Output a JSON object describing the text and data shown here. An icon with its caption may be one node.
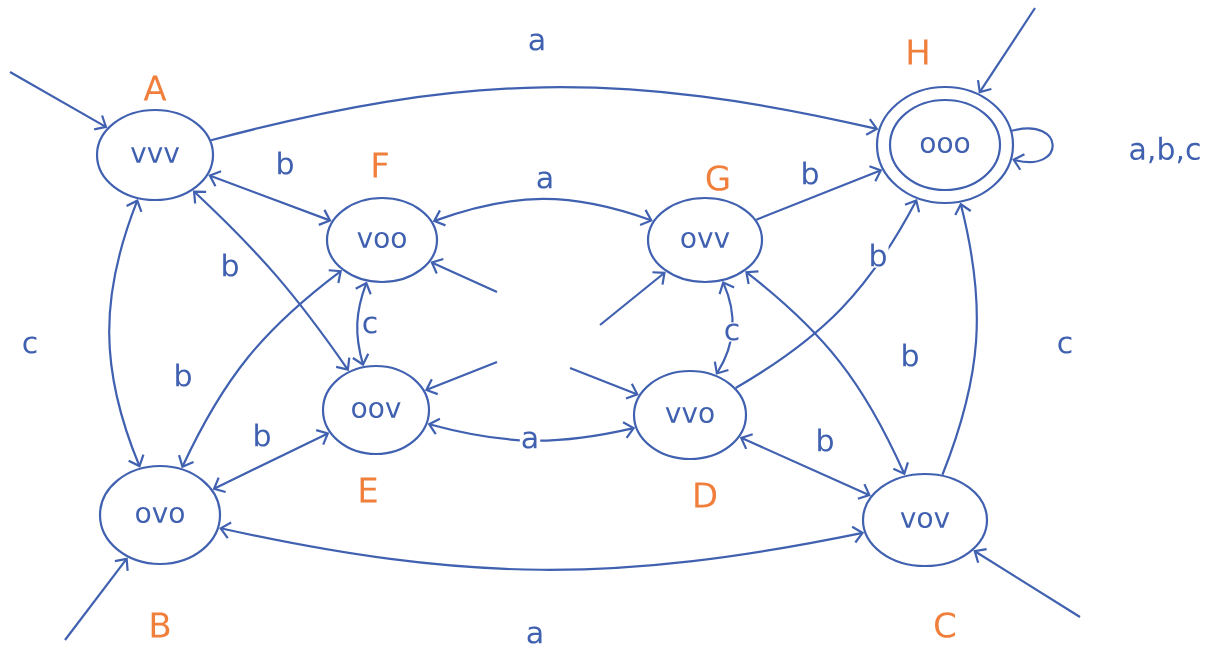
{
  "diagram": {
    "nodes": [
      {
        "text": [
          "vvv"
        ],
        "beside": [
          "A"
        ]
      },
      {
        "text": [
          "ooo"
        ],
        "beside": [
          "H"
        ]
      },
      {
        "text": [
          "voo"
        ],
        "beside": [
          "F"
        ]
      },
      {
        "text": [
          "ovv"
        ],
        "beside": [
          "G"
        ]
      },
      {
        "text": [
          "oov"
        ],
        "beside": [
          "E"
        ]
      },
      {
        "text": [
          "vvo"
        ],
        "beside": [
          "D"
        ]
      },
      {
        "text": [
          "ovo"
        ],
        "beside": [
          "B"
        ]
      },
      {
        "text": [
          "vov"
        ],
        "beside": [
          "C"
        ]
      }
    ],
    "edges": [
      {
        "from": 0,
        "to": 1,
        "arrow": "to",
        "label": "a"
      },
      {
        "from": 1,
        "to": 1,
        "arrow": "to",
        "label": "a,b,c"
      },
      {
        "from": 0,
        "to": 2,
        "arrow": "both",
        "label": "b"
      },
      {
        "from": 0,
        "to": 4,
        "arrow": "both",
        "label": "b"
      },
      {
        "from": 0,
        "to": 6,
        "arrow": "both",
        "label": "c"
      },
      {
        "from": 2,
        "to": 3,
        "arrow": "both",
        "label": "a"
      },
      {
        "from": 2,
        "to": 4,
        "arrow": "both",
        "label": "c"
      },
      {
        "from": 6,
        "to": 2,
        "arrow": "both",
        "label": "b"
      },
      {
        "from": 6,
        "to": 4,
        "arrow": "both",
        "label": "b"
      },
      {
        "from": 4,
        "to": 5,
        "arrow": "both",
        "label": "a"
      },
      {
        "from": 3,
        "to": 5,
        "arrow": "both",
        "label": "c"
      },
      {
        "from": 3,
        "to": 1,
        "arrow": "to",
        "label": "b"
      },
      {
        "from": 5,
        "to": 1,
        "arrow": "to",
        "label": "b"
      },
      {
        "from": 3,
        "to": 7,
        "arrow": "both",
        "label": "b"
      },
      {
        "from": 5,
        "to": 7,
        "arrow": "both",
        "label": "b"
      },
      {
        "from": 7,
        "to": 1,
        "arrow": "to",
        "label": "c"
      },
      {
        "from": 6,
        "to": 7,
        "arrow": "both",
        "label": "a"
      },
      {
        "from": null,
        "to": 0,
        "arrow": "to"
      },
      {
        "from": null,
        "to": 1,
        "arrow": "to"
      },
      {
        "from": null,
        "to": 6,
        "arrow": "to"
      },
      {
        "from": null,
        "to": 7,
        "arrow": "to"
      },
      {
        "from": null,
        "to": 2,
        "arrow": "to"
      },
      {
        "from": null,
        "to": 3,
        "arrow": "to"
      },
      {
        "from": null,
        "to": 4,
        "arrow": "to"
      },
      {
        "from": null,
        "to": 5,
        "arrow": "to"
      }
    ]
  }
}
